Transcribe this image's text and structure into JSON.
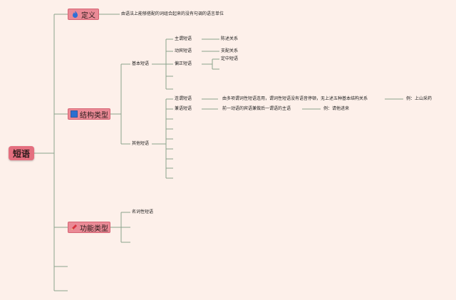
{
  "root": {
    "label": "短语"
  },
  "definition": {
    "label": "定义",
    "icon": "flame-icon",
    "text": "由语法上能够搭配的词组合起来的没有句调的语言单位"
  },
  "structure": {
    "label": "结构类型",
    "icon": "blue-square-icon",
    "basic": {
      "label": "基本短语",
      "items": [
        {
          "label": "主谓短语",
          "note": "陈述关系"
        },
        {
          "label": "动宾短语",
          "note": "支配关系"
        },
        {
          "label": "偏正短语",
          "note": "定中短语"
        }
      ]
    },
    "other": {
      "label": "其他短语",
      "items": [
        {
          "label": "连谓短语",
          "note": "由多项谓词性短语连用，谓词性短语没有语音停顿，无上述五种基本结构关系",
          "example": "例：上山采药"
        },
        {
          "label": "兼语短语",
          "note": "前一动语的宾语兼做后一谓语的主语",
          "example": "例：请他进来"
        }
      ]
    }
  },
  "function": {
    "label": "功能类型",
    "icon": "pencil-icon",
    "items": [
      {
        "label": "名词性短语"
      }
    ]
  },
  "colors": {
    "background": "#fdf0ea",
    "root": "#e46f7f",
    "topic": "#ea8a96",
    "line": "#8aa38c"
  }
}
